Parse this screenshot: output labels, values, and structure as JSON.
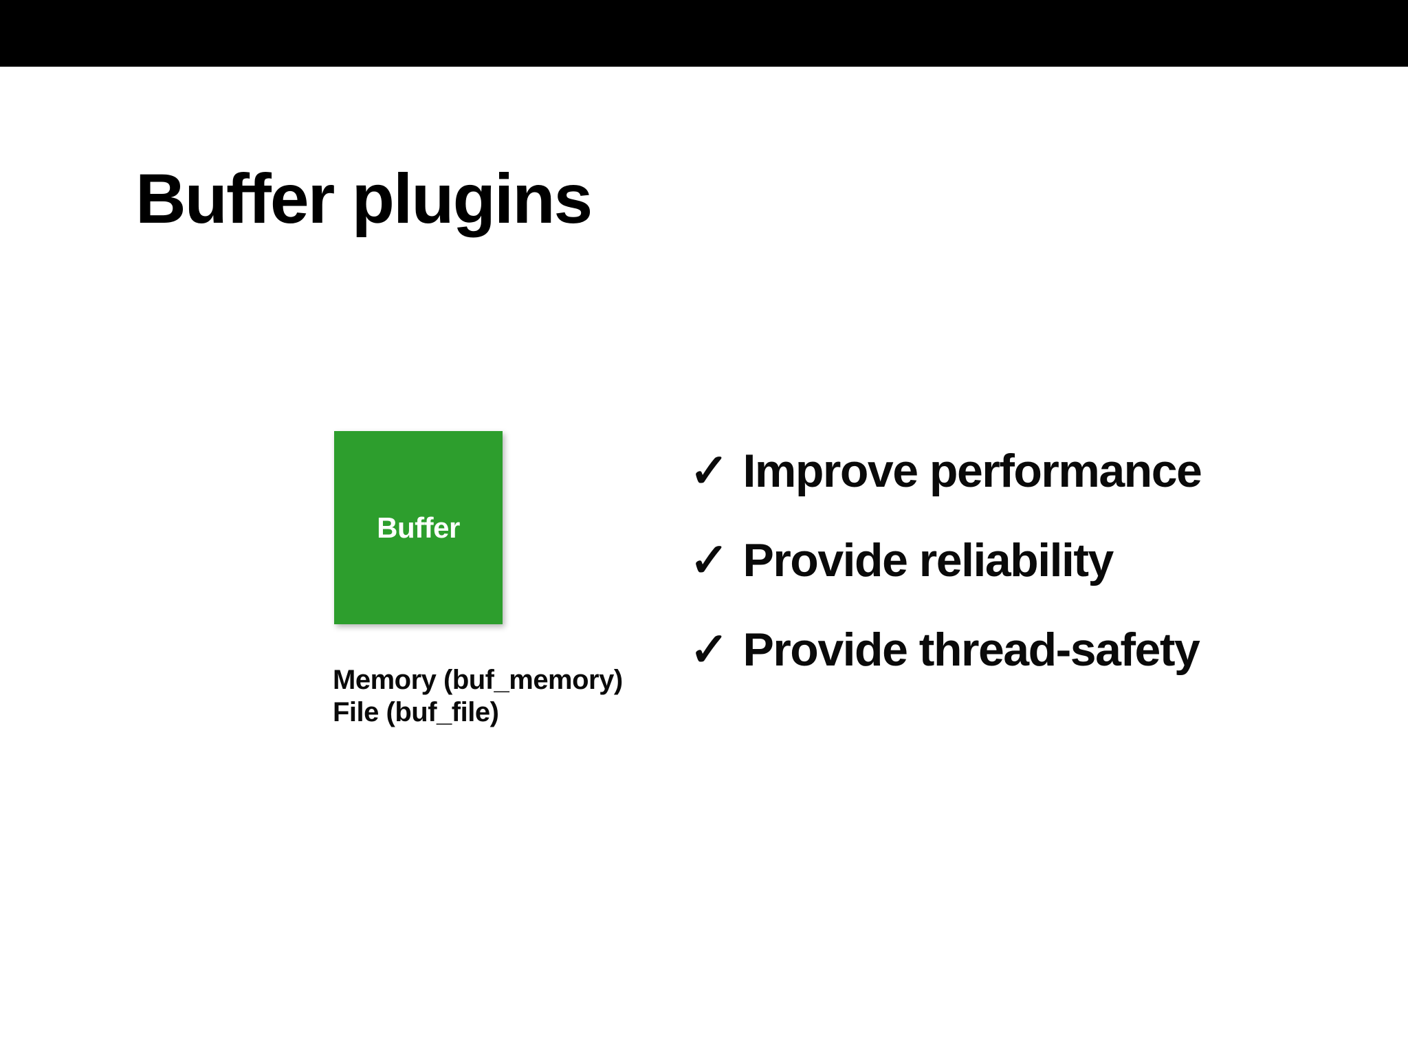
{
  "slide": {
    "title": "Buffer plugins",
    "diagram": {
      "box_label": "Buffer",
      "caption_lines": [
        "Memory (buf_memory)",
        "File (buf_file)"
      ]
    },
    "bullets": [
      {
        "icon": "✓",
        "label": "Improve performance"
      },
      {
        "icon": "✓",
        "label": "Provide reliability"
      },
      {
        "icon": "✓",
        "label": "Provide thread-safety"
      }
    ],
    "colors": {
      "letterbox_bar": "#000000",
      "slide_background": "#ffffff",
      "buffer_box_green": "#2d9e2d",
      "buffer_box_text": "#ffffff",
      "body_text": "#0a0a0a"
    }
  }
}
